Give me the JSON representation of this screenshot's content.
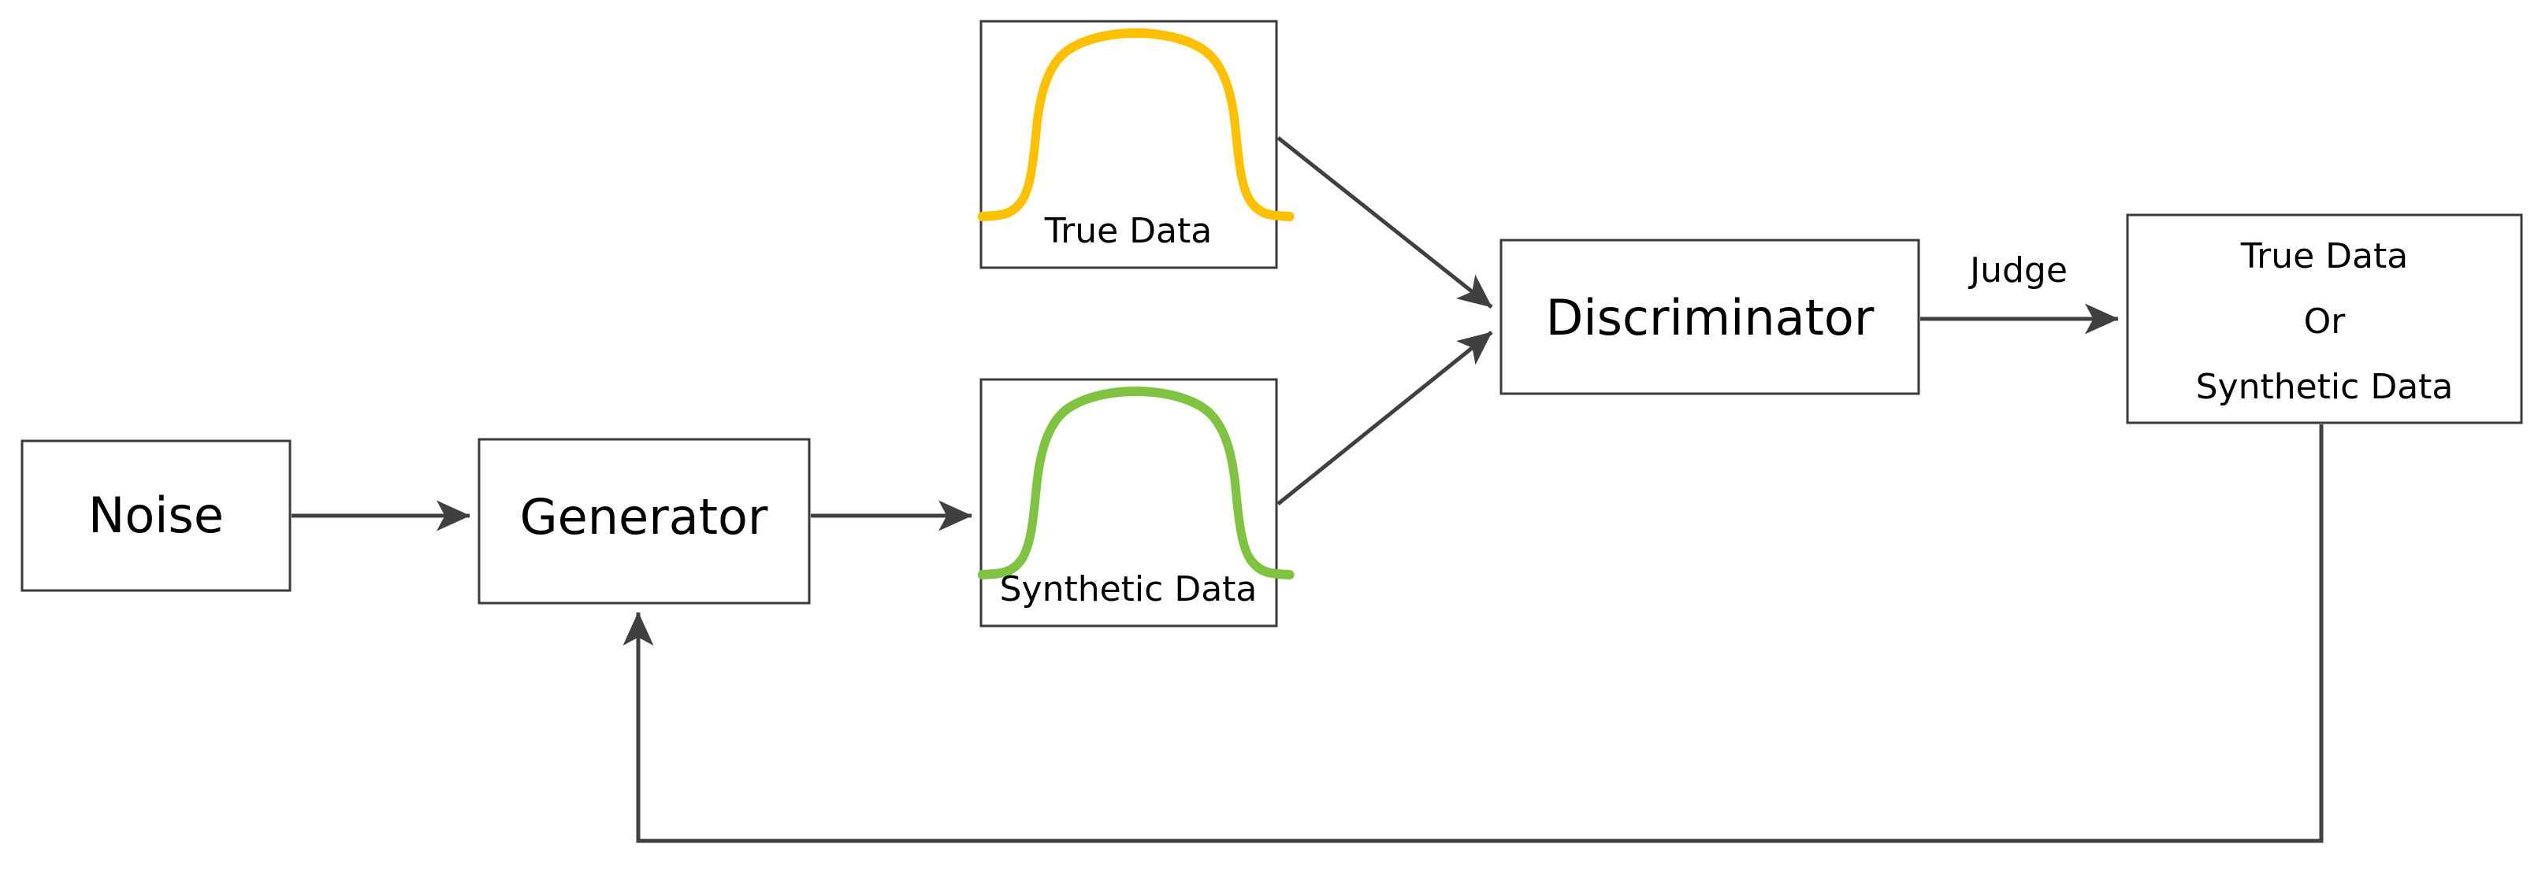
{
  "diagram": {
    "title": "Generative Adversarial Network flow diagram",
    "background_color": "#ffffff",
    "edge_color": "#404040",
    "box_border_color": "#3a3a3a",
    "nodes": {
      "noise": {
        "label": "Noise"
      },
      "generator": {
        "label": "Generator"
      },
      "true_data": {
        "label": "True Data",
        "curve_color": "#FFC000"
      },
      "synthetic_data": {
        "label": "Synthetic Data",
        "curve_color": "#80C342"
      },
      "discriminator": {
        "label": "Discriminator"
      },
      "output": {
        "line1": "True Data",
        "line2": "Or",
        "line3": "Synthetic Data"
      }
    },
    "edges": {
      "judge_label": "Judge"
    }
  }
}
